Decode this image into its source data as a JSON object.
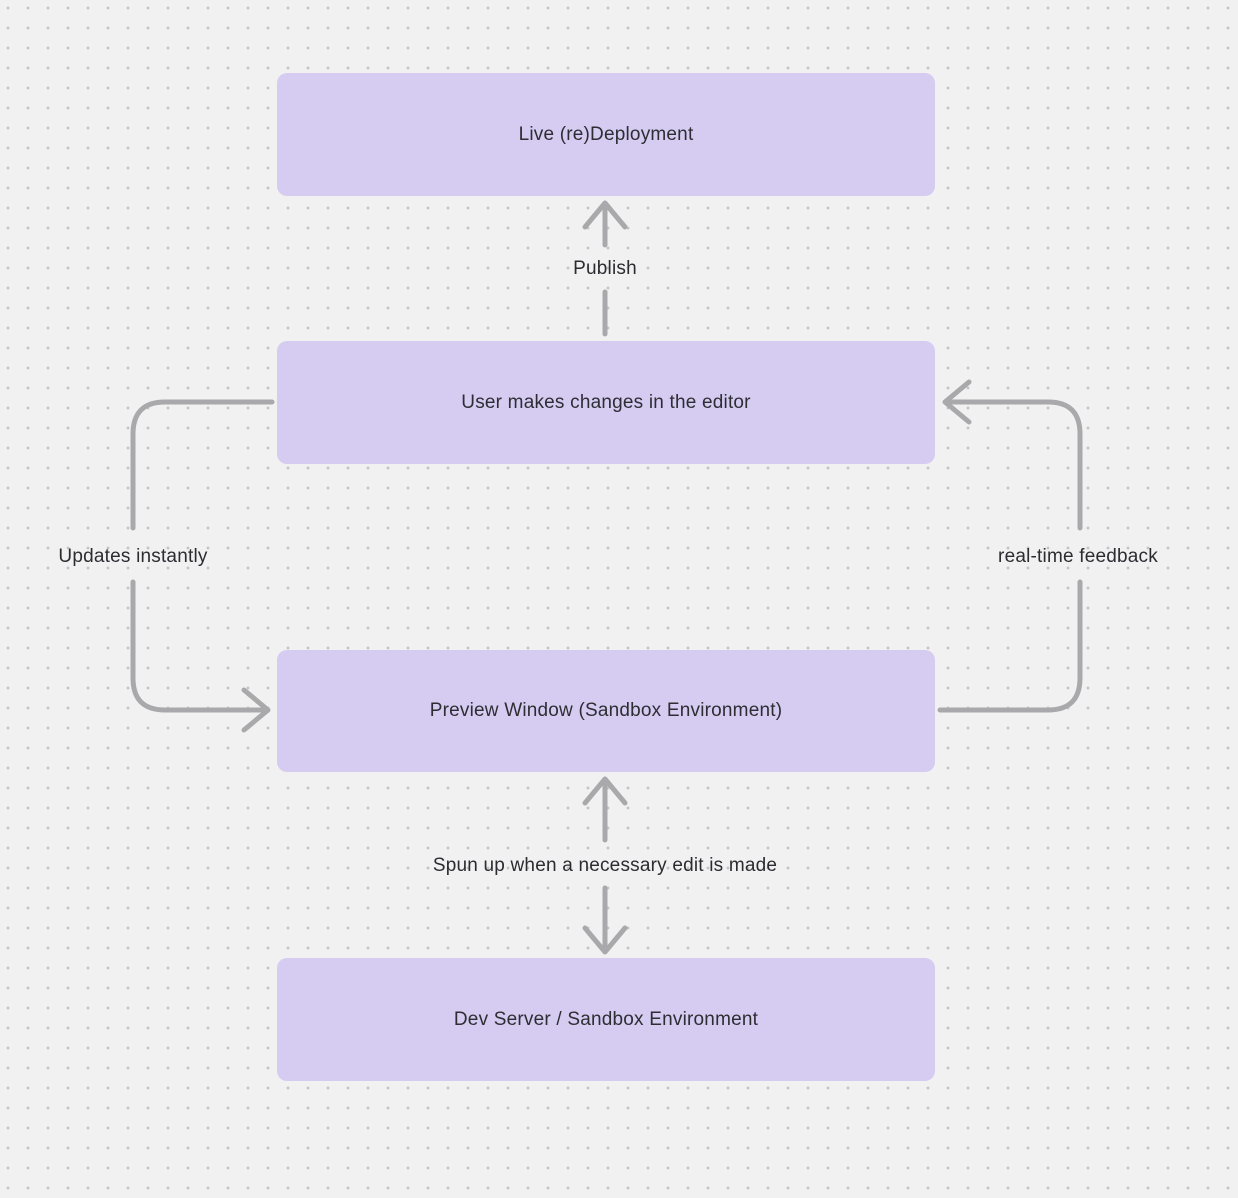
{
  "diagram": {
    "background_color": "#f2f1f2",
    "dot_grid_color": "#c3c2c4",
    "node_fill_color": "#d6ccf2",
    "node_text_color": "#2e2d33",
    "arrow_color": "#a9a8aa",
    "label_text_color": "#2c2b30"
  },
  "nodes": [
    {
      "id": "live-redeployment",
      "label": "Live (re)Deployment"
    },
    {
      "id": "user-editor",
      "label": "User makes changes in the editor"
    },
    {
      "id": "preview-window",
      "label": "Preview Window (Sandbox Environment)"
    },
    {
      "id": "dev-server",
      "label": "Dev Server / Sandbox Environment"
    }
  ],
  "edges": [
    {
      "id": "publish",
      "from": "user-editor",
      "to": "live-redeployment",
      "label": "Publish",
      "style": "straight-up-arrow"
    },
    {
      "id": "updates-instantly",
      "from": "user-editor",
      "to": "preview-window",
      "label": "Updates instantly",
      "style": "left-loop-arrow"
    },
    {
      "id": "real-time-feedback",
      "from": "preview-window",
      "to": "user-editor",
      "label": "real-time feedback",
      "style": "right-loop-arrow"
    },
    {
      "id": "spun-up",
      "from": "preview-window",
      "to": "dev-server",
      "label": "Spun up when a necessary edit is made",
      "style": "bidirectional-arrow"
    }
  ]
}
